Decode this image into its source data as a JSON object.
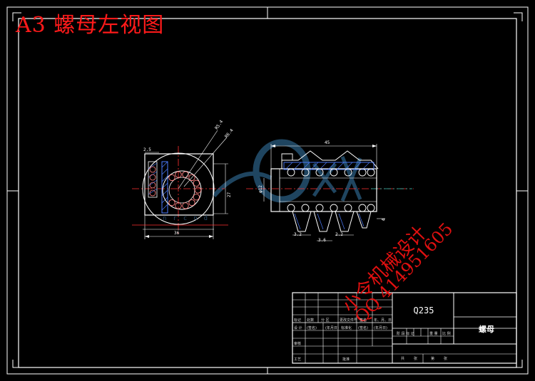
{
  "sheet": {
    "title": "A3 螺母左视图"
  },
  "watermark": {
    "studio_name": "小令机械设计",
    "qq": "QQ 414951605",
    "site_fragment": "nrcnd"
  },
  "title_block": {
    "material": "Q235",
    "part_name": "螺母",
    "row_labels": [
      "标记",
      "处数",
      "分 区",
      "更改文件号",
      "签名",
      "年、月、日"
    ],
    "design_row": [
      "设 计",
      "(签名)",
      "(年月日)",
      "标准化",
      "(签名)",
      "(年月日)"
    ],
    "review_label": "审核",
    "process_label": "工艺",
    "approve_label": "批准",
    "stage_labels": [
      "阶 段 标 记",
      "重 量",
      "比 例"
    ],
    "sheet_labels": [
      "共",
      "张",
      "第",
      "张"
    ]
  },
  "dimensions": {
    "left_view": [
      "R5.4",
      "R6.4",
      "2.5",
      "36",
      "27"
    ],
    "section_view": [
      "45",
      "φ12",
      "3.2",
      "3.6",
      "2.2",
      "4"
    ]
  },
  "colors": {
    "background": "#000000",
    "line": "#ffffff",
    "watermark_red": "#e01010",
    "centerline": "#ff3030",
    "ball": "#ff8080",
    "hatch": "#4d7dff",
    "teal": "#2ec4b6"
  }
}
